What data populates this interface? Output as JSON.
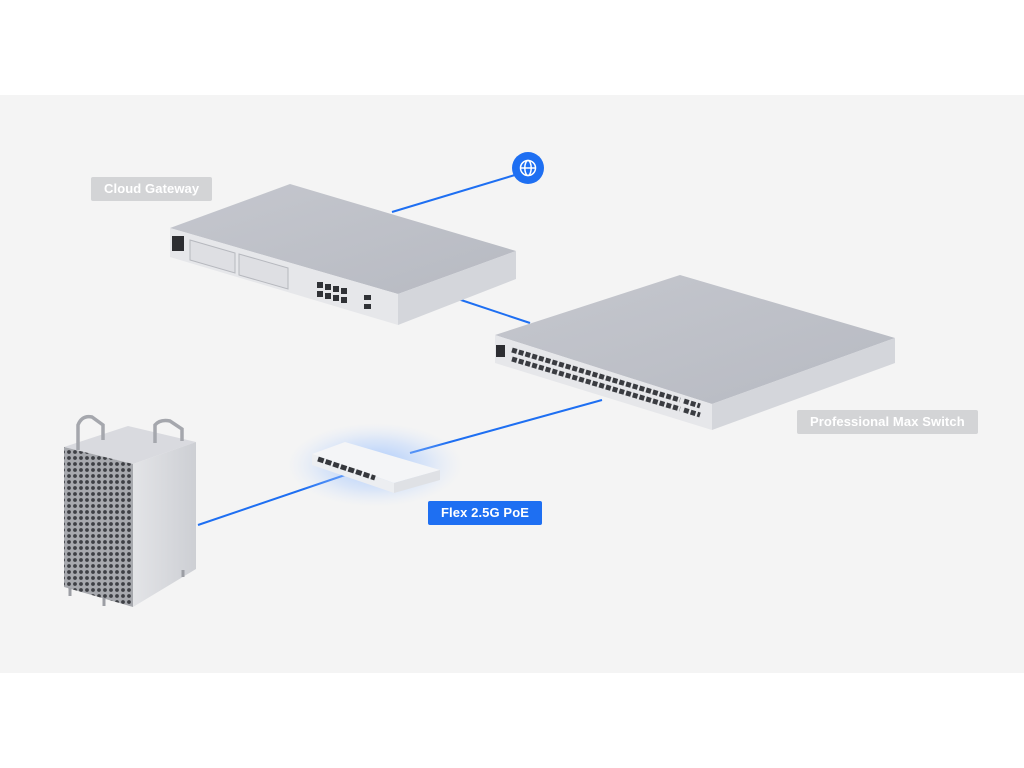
{
  "devices": [
    {
      "id": "cloud-gateway",
      "label": "Cloud Gateway",
      "highlighted": false
    },
    {
      "id": "pro-max-switch",
      "label": "Professional Max Switch",
      "highlighted": false
    },
    {
      "id": "flex-switch",
      "label": "Flex 2.5G PoE",
      "highlighted": true
    },
    {
      "id": "workstation",
      "label": "",
      "highlighted": false
    }
  ],
  "internet": {
    "icon": "globe-icon"
  },
  "connections": [
    {
      "from": "internet",
      "to": "cloud-gateway"
    },
    {
      "from": "cloud-gateway",
      "to": "pro-max-switch"
    },
    {
      "from": "pro-max-switch",
      "to": "flex-switch"
    },
    {
      "from": "flex-switch",
      "to": "workstation"
    }
  ],
  "colors": {
    "page": "#ffffff",
    "stage": "#f4f4f4",
    "link": "#1e6ff2",
    "label_default": "#d3d4d6",
    "label_highlight": "#1e6ff2",
    "device_top": "#c9cbd2",
    "device_front": "#e8e9ec"
  }
}
